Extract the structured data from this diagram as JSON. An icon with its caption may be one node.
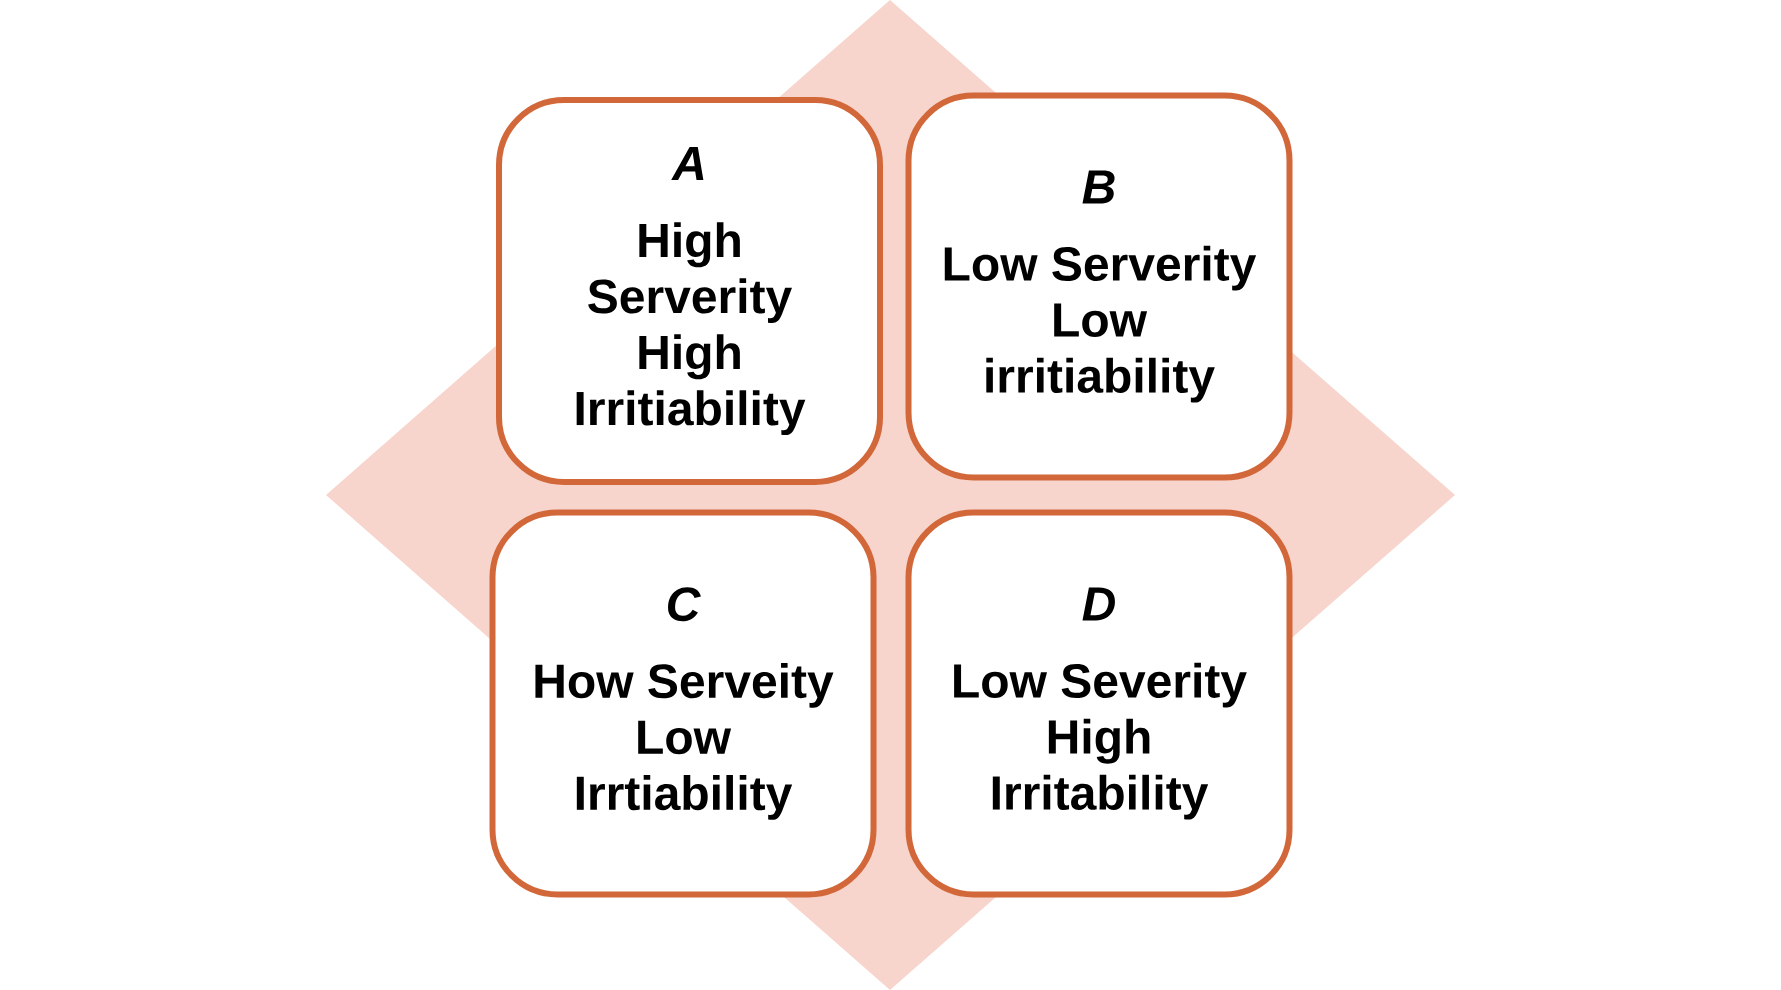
{
  "diagram": {
    "nodes": [
      {
        "text": [
          "A",
          "High Serverity High Irritiability"
        ]
      },
      {
        "text": [
          "B",
          "Low Serverity Low irritiability"
        ]
      },
      {
        "text": [
          "C",
          "How Serveity Low Irrtiability"
        ]
      },
      {
        "text": [
          "D",
          "Low Severity High Irritability"
        ]
      }
    ]
  }
}
